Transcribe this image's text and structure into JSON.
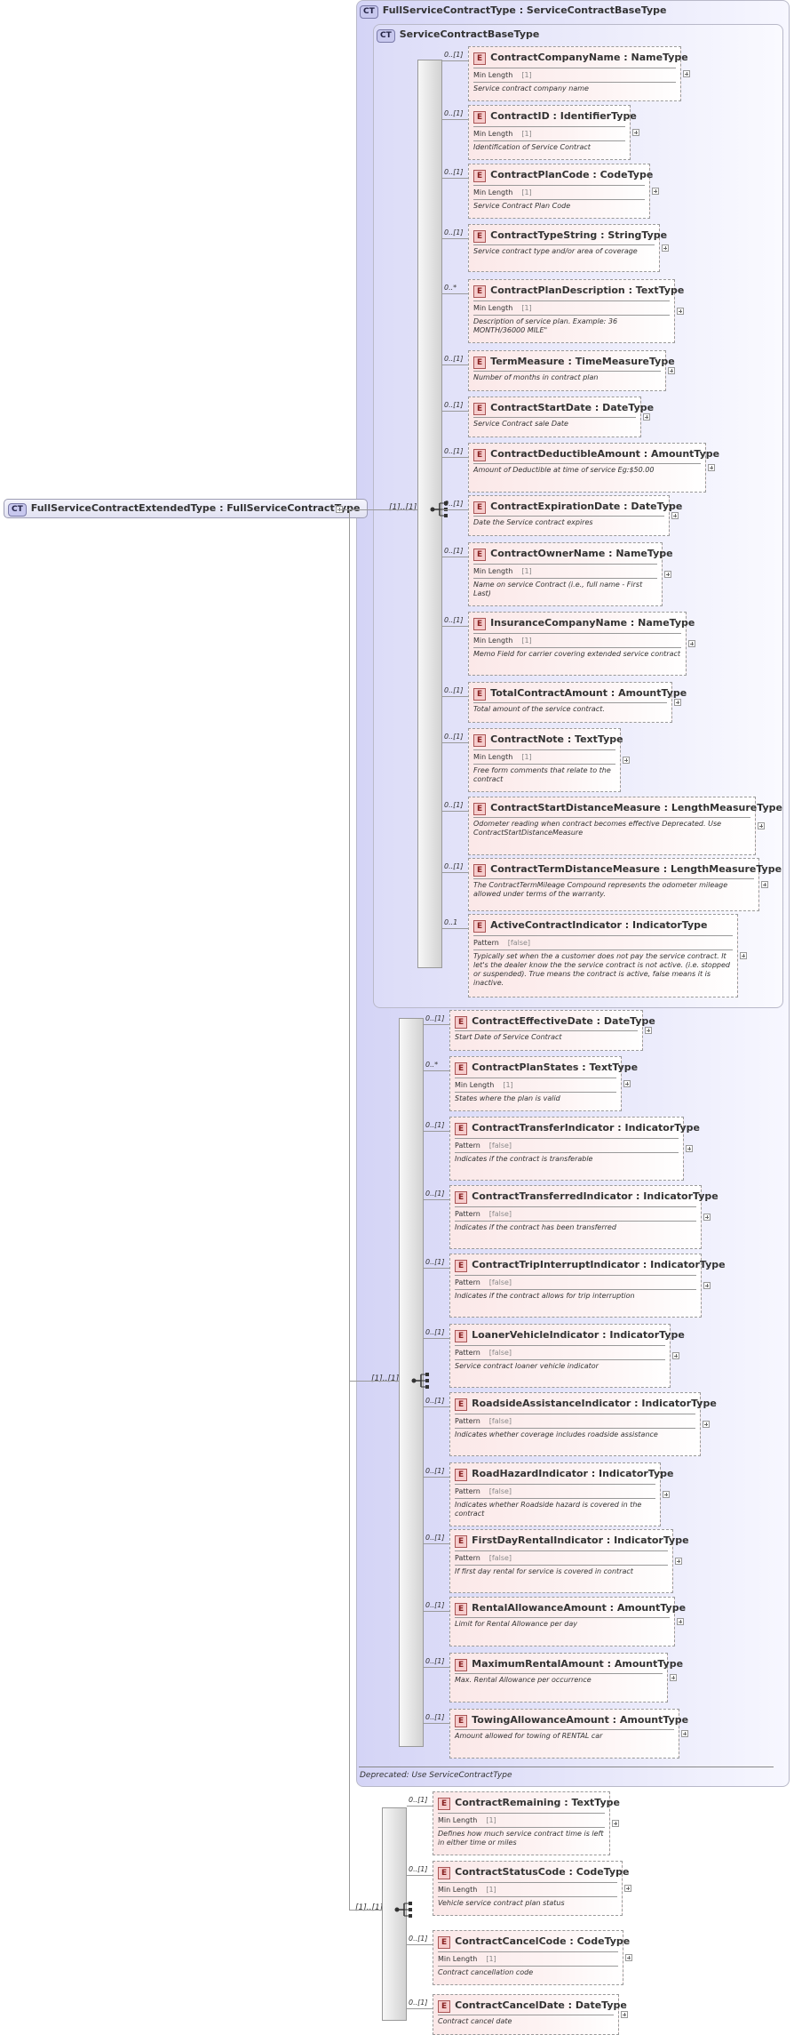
{
  "root": {
    "label": "FullServiceContractExtendedType : FullServiceContractType",
    "badge": "CT"
  },
  "outer_ct": {
    "label": "FullServiceContractType : ServiceContractBaseType",
    "badge": "CT",
    "deprecated_note": "Deprecated: Use ServiceContractType"
  },
  "inner_ct": {
    "label": "ServiceContractBaseType",
    "badge": "CT"
  },
  "sequence_occurrence": "[1]..[1]",
  "element_badge": "E",
  "groups": [
    {
      "elements": [
        {
          "name": "ContractCompanyName : NameType",
          "occurrence": "0..[1]",
          "facet": "Min Length",
          "facet_value": "[1]",
          "doc": "Service contract company name"
        },
        {
          "name": "ContractID : IdentifierType",
          "occurrence": "0..[1]",
          "facet": "Min Length",
          "facet_value": "[1]",
          "doc": "Identification of Service Contract"
        },
        {
          "name": "ContractPlanCode : CodeType",
          "occurrence": "0..[1]",
          "facet": "Min Length",
          "facet_value": "[1]",
          "doc": "Service Contract Plan Code"
        },
        {
          "name": "ContractTypeString : StringType",
          "occurrence": "0..[1]",
          "doc": "Service contract type and/or area of coverage"
        },
        {
          "name": "ContractPlanDescription : TextType",
          "occurrence": "0..*",
          "facet": "Min Length",
          "facet_value": "[1]",
          "doc": "Description of service plan. Example: 36 MONTH/36000 MILE\""
        },
        {
          "name": "TermMeasure : TimeMeasureType",
          "occurrence": "0..[1]",
          "doc": "Number of months in contract plan"
        },
        {
          "name": "ContractStartDate : DateType",
          "occurrence": "0..[1]",
          "doc": "Service Contract sale Date"
        },
        {
          "name": "ContractDeductibleAmount : AmountType",
          "occurrence": "0..[1]",
          "doc": "Amount of Deductible at time of service Eg:$50.00"
        },
        {
          "name": "ContractExpirationDate : DateType",
          "occurrence": "0..[1]",
          "doc": "Date the Service contract expires"
        },
        {
          "name": "ContractOwnerName : NameType",
          "occurrence": "0..[1]",
          "facet": "Min Length",
          "facet_value": "[1]",
          "doc": "Name on service Contract (i.e., full name - First Last)"
        },
        {
          "name": "InsuranceCompanyName : NameType",
          "occurrence": "0..[1]",
          "facet": "Min Length",
          "facet_value": "[1]",
          "doc": "Memo Field for carrier covering extended service contract"
        },
        {
          "name": "TotalContractAmount : AmountType",
          "occurrence": "0..[1]",
          "doc": "Total amount of the service contract."
        },
        {
          "name": "ContractNote : TextType",
          "occurrence": "0..[1]",
          "facet": "Min Length",
          "facet_value": "[1]",
          "doc": "Free form comments that relate to the contract"
        },
        {
          "name": "ContractStartDistanceMeasure : LengthMeasureType",
          "occurrence": "0..[1]",
          "doc": "Odometer reading when contract becomes effective Deprecated. Use ContractStartDistanceMeasure"
        },
        {
          "name": "ContractTermDistanceMeasure : LengthMeasureType",
          "occurrence": "0..[1]",
          "doc": "The ContractTermMileage Compound represents the odometer mileage allowed under terms of the warranty."
        },
        {
          "name": "ActiveContractIndicator : IndicatorType",
          "occurrence": "0..1",
          "facet": "Pattern",
          "facet_value": "[false]",
          "doc": "Typically set when the a customer does not pay the service contract. It let's the dealer know the the service contract is not active. (i.e. stopped or suspended). True means the contract is active, false means it is inactive."
        }
      ]
    },
    {
      "elements": [
        {
          "name": "ContractEffectiveDate : DateType",
          "occurrence": "0..[1]",
          "doc": "Start Date of Service Contract"
        },
        {
          "name": "ContractPlanStates : TextType",
          "occurrence": "0..*",
          "facet": "Min Length",
          "facet_value": "[1]",
          "doc": "States where the plan is valid"
        },
        {
          "name": "ContractTransferIndicator : IndicatorType",
          "occurrence": "0..[1]",
          "facet": "Pattern",
          "facet_value": "[false]",
          "doc": "Indicates if the contract is transferable"
        },
        {
          "name": "ContractTransferredIndicator : IndicatorType",
          "occurrence": "0..[1]",
          "facet": "Pattern",
          "facet_value": "[false]",
          "doc": "Indicates if the contract has been transferred"
        },
        {
          "name": "ContractTripInterruptIndicator : IndicatorType",
          "occurrence": "0..[1]",
          "facet": "Pattern",
          "facet_value": "[false]",
          "doc": "Indicates if the contract allows for trip interruption"
        },
        {
          "name": "LoanerVehicleIndicator : IndicatorType",
          "occurrence": "0..[1]",
          "facet": "Pattern",
          "facet_value": "[false]",
          "doc": "Service contract loaner vehicle indicator"
        },
        {
          "name": "RoadsideAssistanceIndicator : IndicatorType",
          "occurrence": "0..[1]",
          "facet": "Pattern",
          "facet_value": "[false]",
          "doc": "Indicates whether coverage includes roadside assistance"
        },
        {
          "name": "RoadHazardIndicator : IndicatorType",
          "occurrence": "0..[1]",
          "facet": "Pattern",
          "facet_value": "[false]",
          "doc": "Indicates whether Roadside hazard is covered in the contract"
        },
        {
          "name": "FirstDayRentalIndicator : IndicatorType",
          "occurrence": "0..[1]",
          "facet": "Pattern",
          "facet_value": "[false]",
          "doc": "If first day rental for service is covered in contract"
        },
        {
          "name": "RentalAllowanceAmount : AmountType",
          "occurrence": "0..[1]",
          "doc": "Limit for Rental Allowance per day"
        },
        {
          "name": "MaximumRentalAmount : AmountType",
          "occurrence": "0..[1]",
          "doc": "Max. Rental Allowance per occurrence"
        },
        {
          "name": "TowingAllowanceAmount : AmountType",
          "occurrence": "0..[1]",
          "doc": "Amount allowed for towing of RENTAL car"
        }
      ]
    },
    {
      "elements": [
        {
          "name": "ContractRemaining : TextType",
          "occurrence": "0..[1]",
          "facet": "Min Length",
          "facet_value": "[1]",
          "doc": "Defines how much service contract time is left in either time or miles"
        },
        {
          "name": "ContractStatusCode : CodeType",
          "occurrence": "0..[1]",
          "facet": "Min Length",
          "facet_value": "[1]",
          "doc": "Vehicle service contract plan status"
        },
        {
          "name": "ContractCancelCode : CodeType",
          "occurrence": "0..[1]",
          "facet": "Min Length",
          "facet_value": "[1]",
          "doc": "Contract cancellation code"
        },
        {
          "name": "ContractCancelDate : DateType",
          "occurrence": "0..[1]",
          "doc": "Contract cancel date"
        }
      ]
    }
  ]
}
